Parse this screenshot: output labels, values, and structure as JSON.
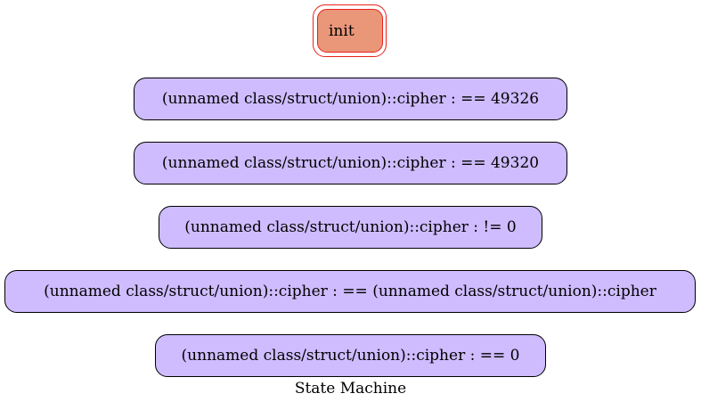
{
  "diagram": {
    "caption": "State Machine",
    "init_state": {
      "label": "init"
    },
    "states": [
      {
        "label": "(unnamed class/struct/union)::cipher : == 49326"
      },
      {
        "label": "(unnamed class/struct/union)::cipher : == 49320"
      },
      {
        "label": "(unnamed class/struct/union)::cipher : != 0"
      },
      {
        "label": "(unnamed class/struct/union)::cipher : == (unnamed class/struct/union)::cipher"
      },
      {
        "label": "(unnamed class/struct/union)::cipher : == 0"
      }
    ],
    "colors": {
      "init_fill": "#ea9679",
      "init_border": "#e8221c",
      "state_fill": "#cebcfe",
      "state_border": "#000000"
    }
  }
}
